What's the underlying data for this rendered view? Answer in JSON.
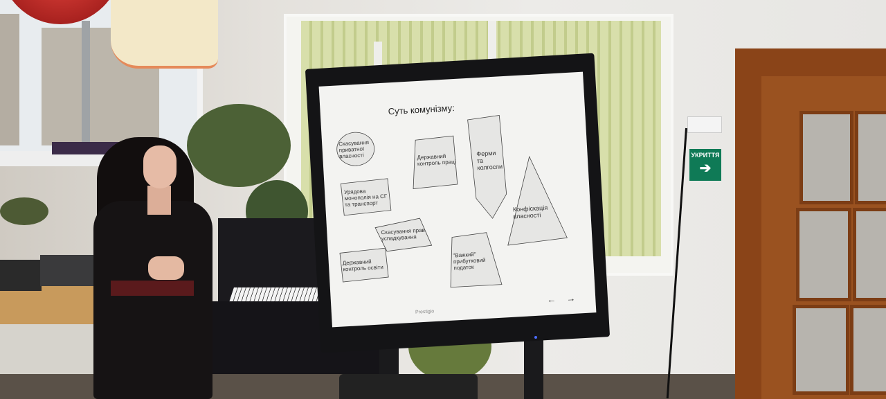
{
  "slide": {
    "title": "Суть комунізму:",
    "shapes": [
      {
        "id": "oval",
        "text": "Скасування приватної власності"
      },
      {
        "id": "pentagon",
        "text": "Державний контроль праці"
      },
      {
        "id": "arrow-pentagon",
        "text": "Ферми та колгоспи"
      },
      {
        "id": "rect-monopoly",
        "text": "Урядова монополія на СГ та транспорт"
      },
      {
        "id": "triangle",
        "text": "Конфіскація власності"
      },
      {
        "id": "trapezoid-top",
        "text": "Скасування прав успадкування"
      },
      {
        "id": "rect-education",
        "text": "Державний контроль освіти"
      },
      {
        "id": "trapezoid-tax",
        "text": "\"Важкий\" прибутковий податок"
      }
    ],
    "nav_prev": "←",
    "nav_next": "→"
  },
  "tv_brand": "Prestigio",
  "exit_sign": {
    "text": "УКРИТТЯ",
    "arrow": "➔"
  },
  "colors": {
    "screen": "#f3f3f1",
    "tv_frame": "#141416",
    "exit_sign": "#0f7a56",
    "door": "#8a4418"
  }
}
